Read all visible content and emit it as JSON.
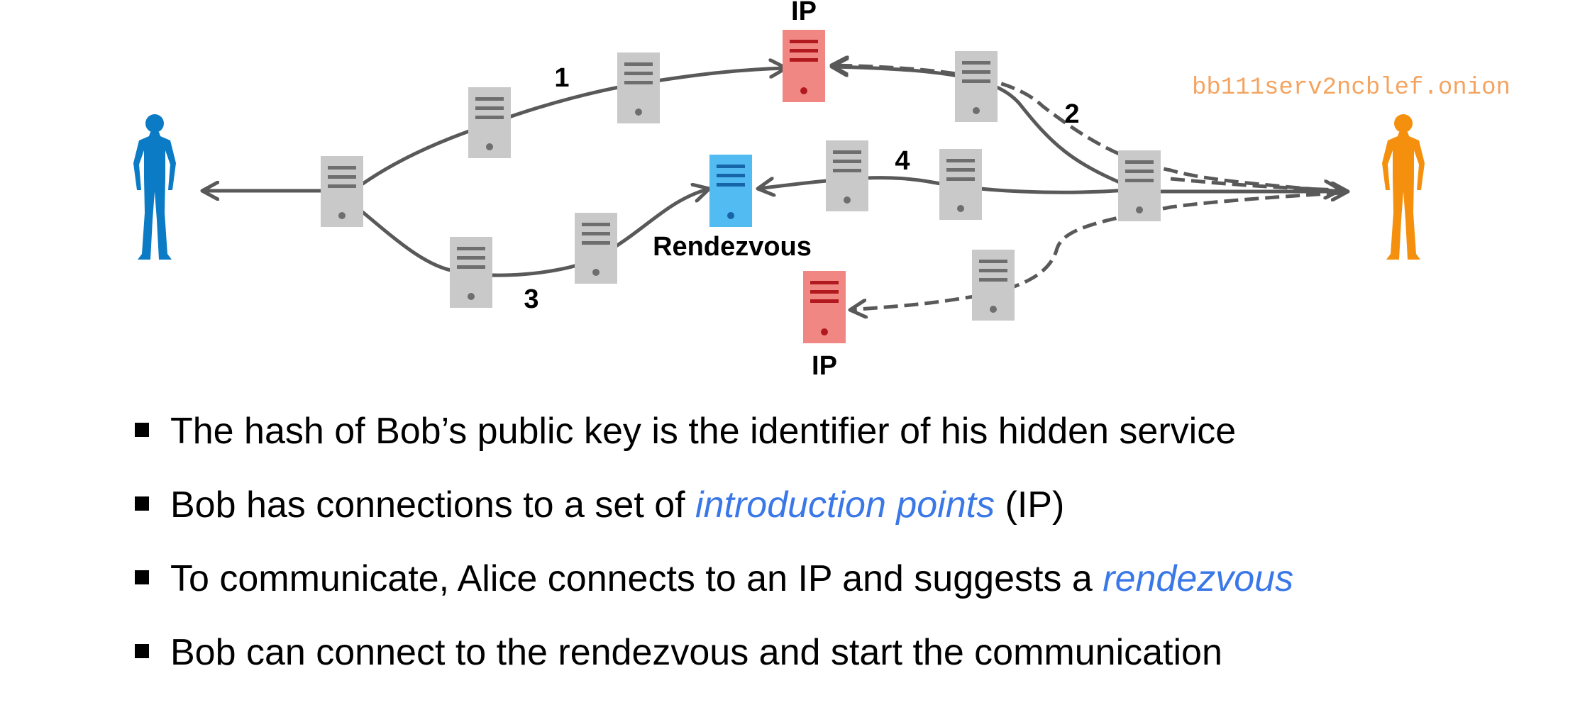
{
  "diagram": {
    "ip_top_label": "IP",
    "ip_bottom_label": "IP",
    "rendezvous_label": "Rendezvous",
    "onion_address": "bb111serv2ncblef.onion",
    "step_labels": [
      "1",
      "2",
      "3",
      "4"
    ],
    "colors": {
      "alice": "#0A7BC4",
      "bob": "#F5900F",
      "relay": "#C9C9C9",
      "relay_lines": "#6E6E6E",
      "intro_point": "#F08783",
      "intro_point_lines": "#B2191E",
      "rendezvous": "#52BBF2",
      "rendezvous_lines": "#1565A8",
      "path": "#595959",
      "onion_text": "#F4A460"
    },
    "icons": [
      "alice-person-icon",
      "bob-person-icon",
      "relay-server-icon",
      "intro-point-server-icon",
      "rendezvous-server-icon"
    ]
  },
  "bullets": [
    {
      "text": "The hash of Bob’s public key is the identifier of his hidden service"
    },
    {
      "before": "Bob has connections to a set of ",
      "em": "introduction points",
      "after": " (IP)"
    },
    {
      "before": "To communicate, Alice connects to an IP and suggests a ",
      "em": "rendezvous",
      "after": ""
    },
    {
      "text": "Bob can connect to the rendezvous and start the communication"
    }
  ],
  "accent_color": "#3B78E7"
}
